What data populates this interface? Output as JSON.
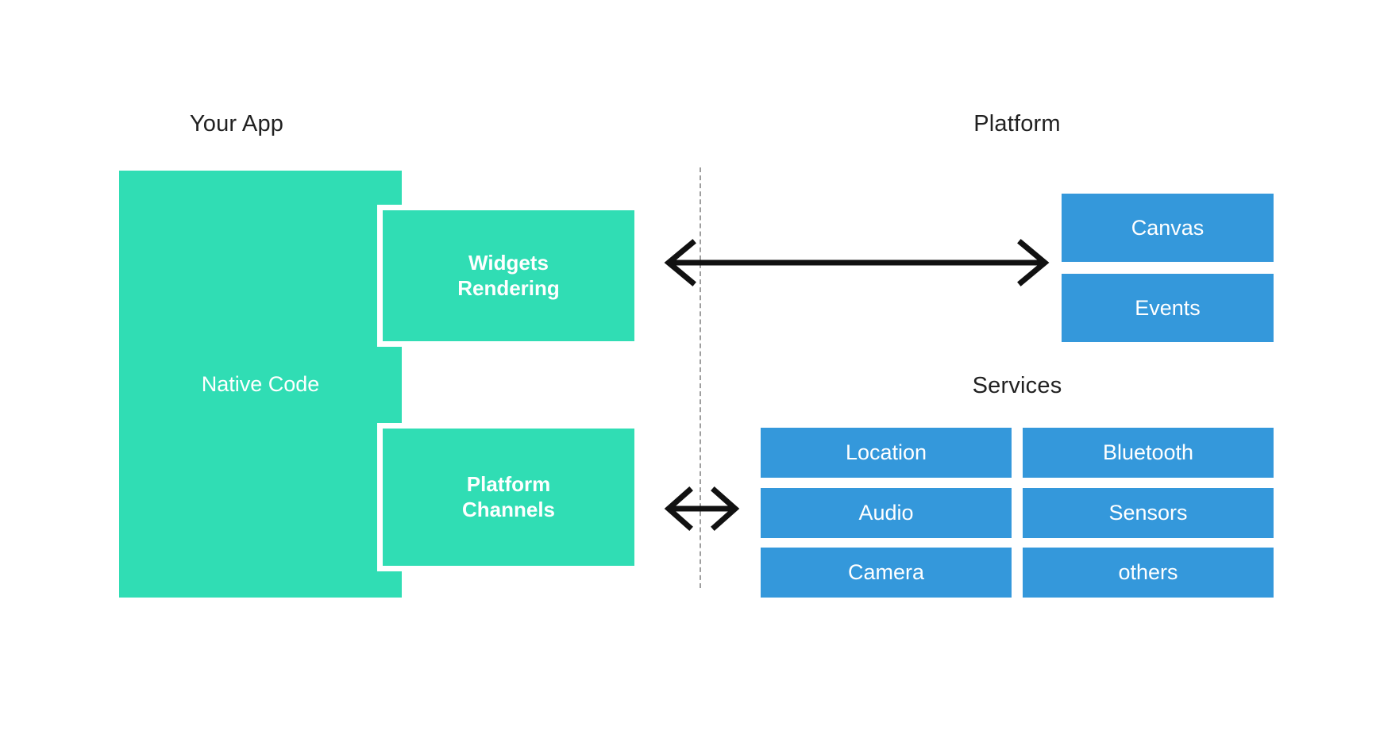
{
  "diagram": {
    "title_left": "Your App",
    "title_right": "Platform",
    "title_services": "Services",
    "colors": {
      "app_block": "#30DDB4",
      "platform_block": "#3498DB",
      "text_on_block": "#FFFFFF",
      "heading": "#212121",
      "divider": "#9E9E9E",
      "arrow": "#111111",
      "background": "#FFFFFF"
    },
    "app_side": {
      "native_code": "Native Code",
      "widgets_rendering": "Widgets\nRendering",
      "platform_channels": "Platform\nChannels"
    },
    "platform_side": {
      "rendering_targets": [
        {
          "label": "Canvas"
        },
        {
          "label": "Events"
        }
      ],
      "services": [
        {
          "label": "Location"
        },
        {
          "label": "Bluetooth"
        },
        {
          "label": "Audio"
        },
        {
          "label": "Sensors"
        },
        {
          "label": "Camera"
        },
        {
          "label": "others"
        }
      ]
    },
    "connections": [
      {
        "name": "widgets-to-canvas",
        "from": "Widgets Rendering",
        "to": "Canvas / Events",
        "style": "double-headed-arrow"
      },
      {
        "name": "channels-to-services",
        "from": "Platform Channels",
        "to": "Services",
        "style": "double-headed-arrow"
      }
    ],
    "divider": {
      "name": "app-platform-boundary",
      "style": "dashed-vertical"
    }
  }
}
